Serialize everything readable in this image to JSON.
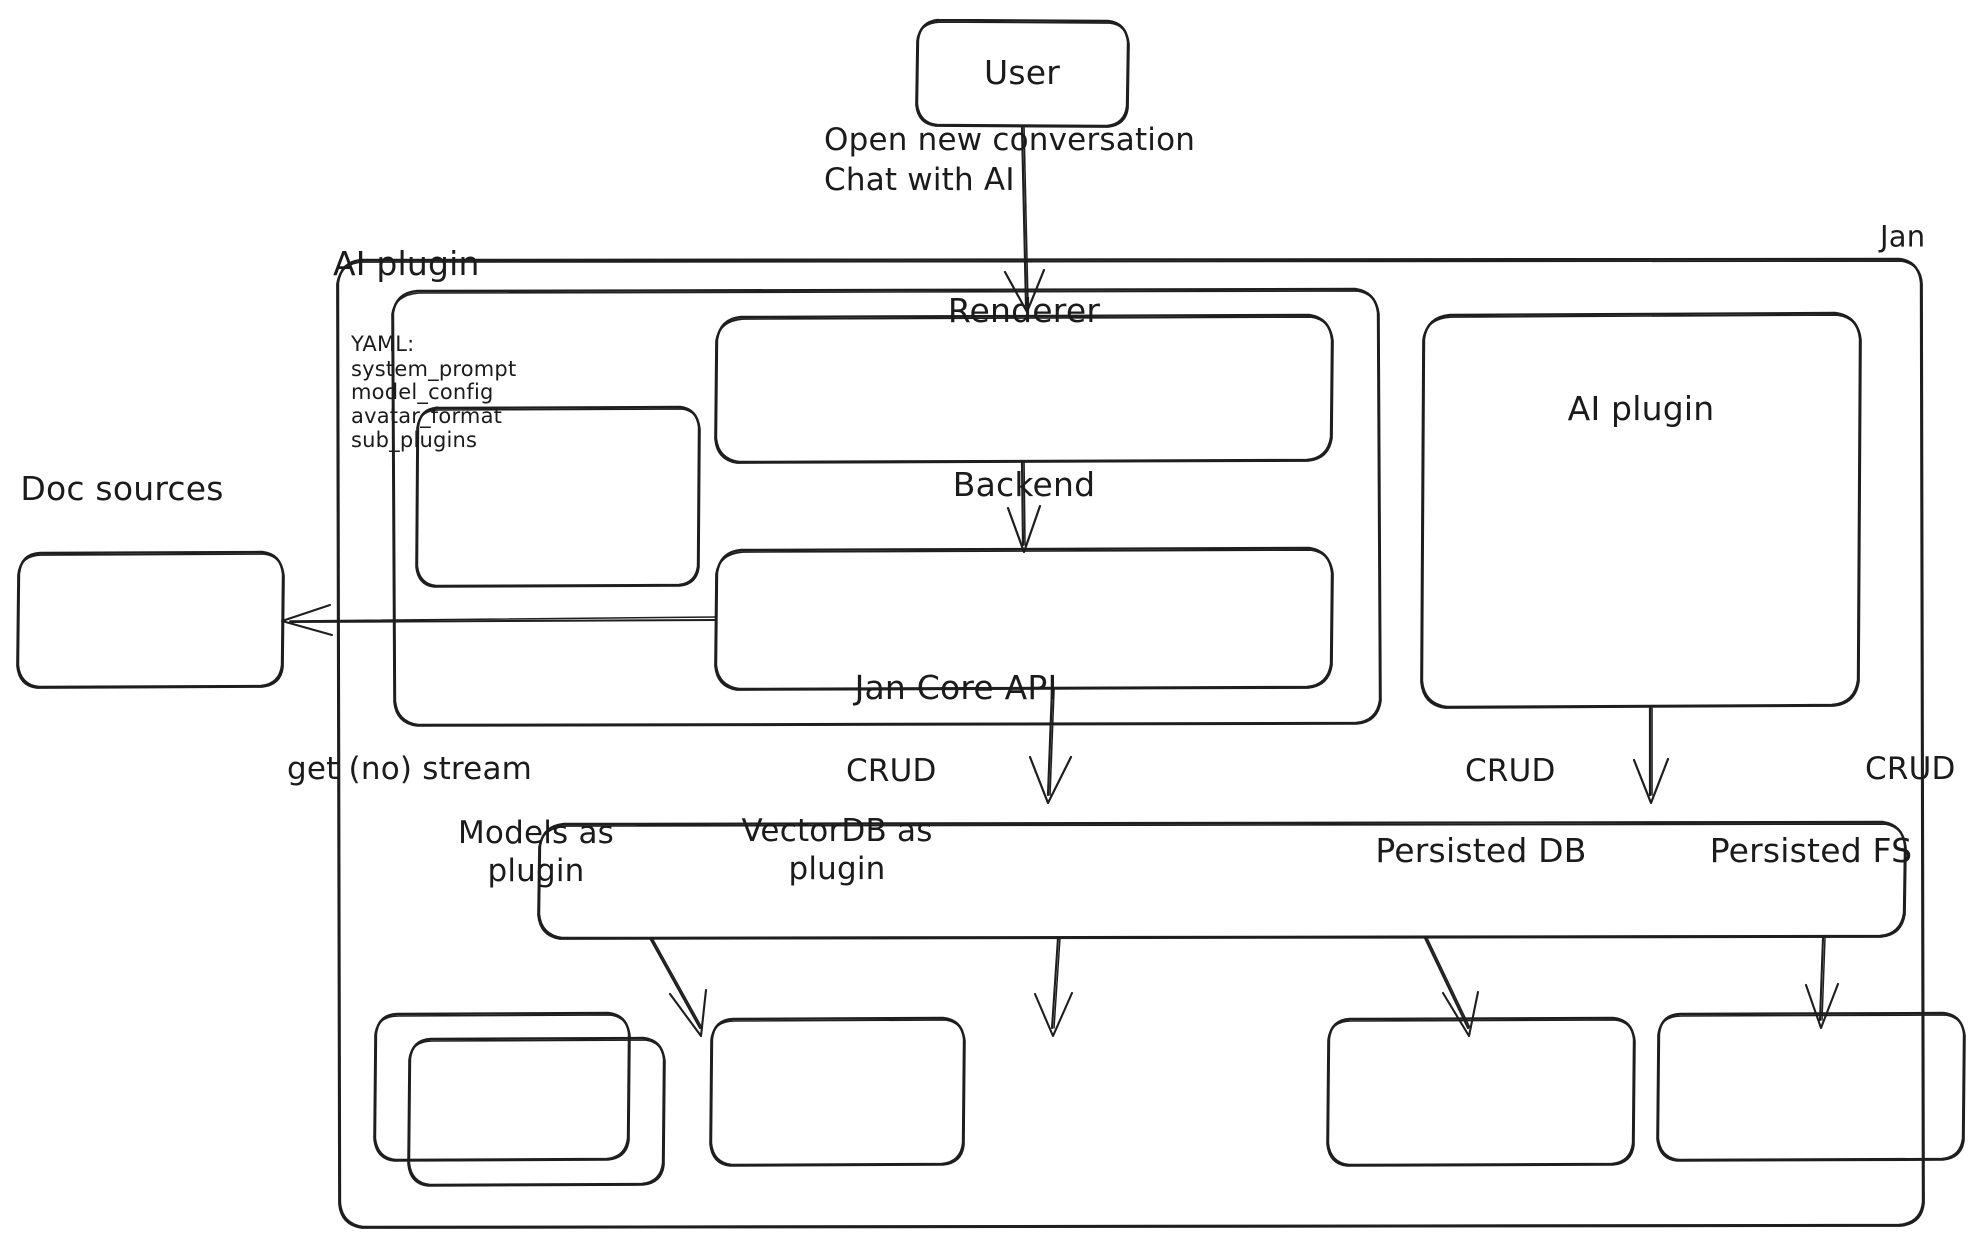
{
  "diagram": {
    "title": "Jan architecture diagram",
    "style": "hand-drawn",
    "stroke_color": "#1e1e1e",
    "background_color": "#ffffff"
  },
  "nodes": {
    "user": "User",
    "jan_container": "Jan",
    "ai_plugin_group": "AI plugin",
    "renderer": "Renderer",
    "backend": "Backend",
    "ai_plugin_right": "AI plugin",
    "doc_sources": "Doc sources",
    "jan_core_api": "Jan Core API",
    "models_outer": "",
    "models": "Models as\nplugin",
    "vectordb": "VectorDB as\nplugin",
    "persisted_db": "Persisted DB",
    "persisted_fs": "Persisted FS"
  },
  "yaml_note": {
    "header": "YAML:",
    "lines": [
      "system_prompt",
      "model_config",
      "avatar_format",
      "sub_plugins"
    ]
  },
  "edges": [
    {
      "id": "user-to-renderer",
      "label": "Open new conversation\nChat with AI",
      "from": "User",
      "to": "Renderer"
    },
    {
      "id": "renderer-to-backend",
      "label": "",
      "from": "Renderer",
      "to": "Backend"
    },
    {
      "id": "backend-to-docsources",
      "label": "",
      "from": "Backend",
      "to": "Doc sources"
    },
    {
      "id": "backend-to-core",
      "label": "",
      "from": "Backend",
      "to": "Jan Core API"
    },
    {
      "id": "aiplugin-to-core",
      "label": "",
      "from": "AI plugin",
      "to": "Jan Core API"
    },
    {
      "id": "core-to-models",
      "label": "get (no) stream",
      "from": "Jan Core API",
      "to": "Models as plugin"
    },
    {
      "id": "core-to-vectordb",
      "label": "CRUD",
      "from": "Jan Core API",
      "to": "VectorDB as plugin"
    },
    {
      "id": "core-to-persisteddb",
      "label": "CRUD",
      "from": "Jan Core API",
      "to": "Persisted DB"
    },
    {
      "id": "core-to-persistedfs",
      "label": "CRUD",
      "from": "Jan Core API",
      "to": "Persisted FS"
    }
  ],
  "edge_labels": {
    "user_flow_line1": "Open new conversation",
    "user_flow_line2": "Chat with AI",
    "get_no_stream": "get (no) stream",
    "crud_vectordb": "CRUD",
    "crud_persisted_db": "CRUD",
    "crud_persisted_fs": "CRUD"
  }
}
